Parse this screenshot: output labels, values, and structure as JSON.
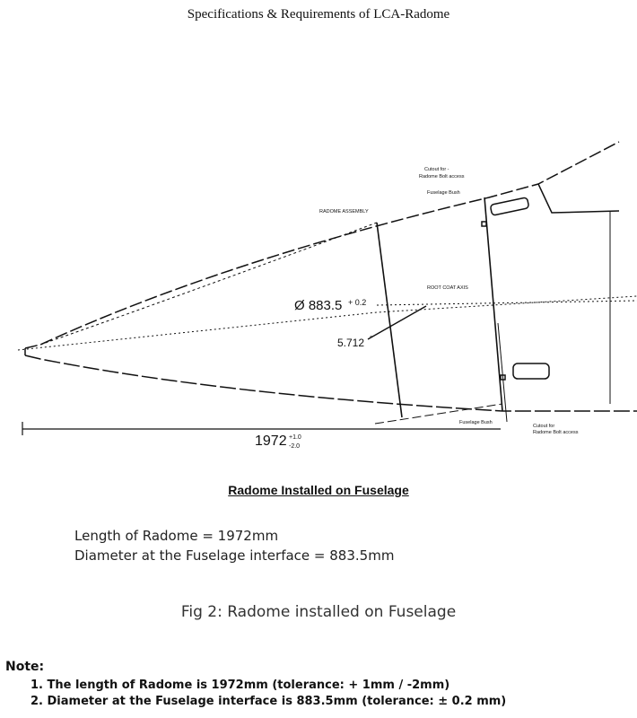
{
  "title": "Specifications & Requirements of LCA-Radome",
  "diagram": {
    "label_radome_assembly": "RADOME ASSEMBLY",
    "label_cutout_top": "Cutout for -",
    "label_cutout_top2": "Radome Bolt access",
    "label_fuselage_bush_top": "Fuselage Bush",
    "label_root_axis": "ROOT COAT AXIS",
    "diameter": "Ø 883.5",
    "diameter_tol": "+ 0.2",
    "angle": "5.712",
    "angle_unit": "°",
    "length": "1972",
    "length_tol_plus": "+1.0",
    "length_tol_minus": "-2.0",
    "label_fuselage_bush_bottom": "Fuselage Bush",
    "label_cutout_bottom": "Cutout for",
    "label_cutout_bottom2": "Radome Bolt access"
  },
  "caption": "Radome Installed on Fuselage",
  "specs": [
    "Length of Radome = 1972mm",
    "Diameter at the Fuselage interface = 883.5mm"
  ],
  "figure_caption": "Fig 2: Radome installed on Fuselage",
  "note_heading": "Note:",
  "notes": [
    "1.  The length of Radome is 1972mm (tolerance: + 1mm / -2mm)",
    "2.  Diameter at the Fuselage interface is 883.5mm (tolerance: ± 0.2 mm)"
  ]
}
